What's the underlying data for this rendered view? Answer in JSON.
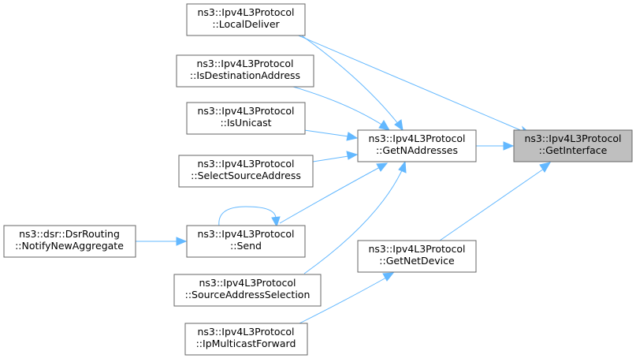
{
  "nodes": {
    "get_interface": {
      "line1": "ns3::Ipv4L3Protocol",
      "line2": "::GetInterface"
    },
    "get_n_addresses": {
      "line1": "ns3::Ipv4L3Protocol",
      "line2": "::GetNAddresses"
    },
    "get_net_device": {
      "line1": "ns3::Ipv4L3Protocol",
      "line2": "::GetNetDevice"
    },
    "local_deliver": {
      "line1": "ns3::Ipv4L3Protocol",
      "line2": "::LocalDeliver"
    },
    "is_destination": {
      "line1": "ns3::Ipv4L3Protocol",
      "line2": "::IsDestinationAddress"
    },
    "is_unicast": {
      "line1": "ns3::Ipv4L3Protocol",
      "line2": "::IsUnicast"
    },
    "select_source": {
      "line1": "ns3::Ipv4L3Protocol",
      "line2": "::SelectSourceAddress"
    },
    "send": {
      "line1": "ns3::Ipv4L3Protocol",
      "line2": "::Send"
    },
    "source_selection": {
      "line1": "ns3::Ipv4L3Protocol",
      "line2": "::SourceAddressSelection"
    },
    "ip_multicast_forward": {
      "line1": "ns3::Ipv4L3Protocol",
      "line2": "::IpMulticastForward"
    },
    "dsr_notify": {
      "line1": "ns3::dsr::DsrRouting",
      "line2": "::NotifyNewAggregate"
    }
  },
  "colors": {
    "edge": "#63b8ff",
    "highlight_fill": "#bfbfbf",
    "box_stroke": "#666666"
  }
}
